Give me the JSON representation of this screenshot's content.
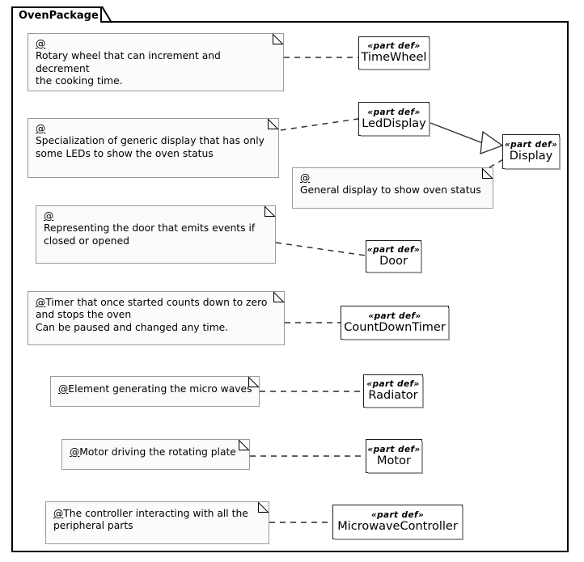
{
  "diagram": {
    "type": "sysml-part-definition-diagram",
    "package": {
      "name": "OvenPackage"
    },
    "colors": {
      "note_fill": "#FBFBFB",
      "note_border": "#9A9A9A",
      "box_fill": "#FFFFFF",
      "box_border": "#1F1F1F",
      "shadow": "#9D9D9D",
      "line": "#2B2B2B",
      "frame": "#000000"
    }
  },
  "notes": [
    {
      "id": "note-timewheel",
      "marker": "@",
      "text": "Rotary wheel that can increment and decrement\nthe cooking time.",
      "marker_inline": false
    },
    {
      "id": "note-leddisplay",
      "marker": "@",
      "text": "Specialization of generic display that has only\nsome LEDs to show the oven status",
      "marker_inline": false
    },
    {
      "id": "note-display",
      "marker": "@",
      "text": "General display to show oven status",
      "marker_inline": false
    },
    {
      "id": "note-door",
      "marker": "@",
      "text": "Representing the door that emits events if\nclosed or opened",
      "marker_inline": false
    },
    {
      "id": "note-countdowntimer",
      "marker": "@",
      "text": "Timer that once started counts down to zero\nand stops the oven\nCan be paused and changed any time.",
      "marker_inline": true
    },
    {
      "id": "note-radiator",
      "marker": "@",
      "text": "Element generating the micro waves",
      "marker_inline": true
    },
    {
      "id": "note-motor",
      "marker": "@",
      "text": "Motor driving the rotating plate",
      "marker_inline": true
    },
    {
      "id": "note-microwavecontroller",
      "marker": "@",
      "text": "The controller interacting with all the\nperipheral parts",
      "marker_inline": true
    }
  ],
  "parts": [
    {
      "id": "part-timewheel",
      "stereotype": "«part def»",
      "name": "TimeWheel"
    },
    {
      "id": "part-leddisplay",
      "stereotype": "«part def»",
      "name": "LedDisplay"
    },
    {
      "id": "part-display",
      "stereotype": "«part def»",
      "name": "Display"
    },
    {
      "id": "part-door",
      "stereotype": "«part def»",
      "name": "Door"
    },
    {
      "id": "part-countdowntimer",
      "stereotype": "«part def»",
      "name": "CountDownTimer"
    },
    {
      "id": "part-radiator",
      "stereotype": "«part def»",
      "name": "Radiator"
    },
    {
      "id": "part-motor",
      "stereotype": "«part def»",
      "name": "Motor"
    },
    {
      "id": "part-microwavecontroller",
      "stereotype": "«part def»",
      "name": "MicrowaveController"
    }
  ],
  "relationships": [
    {
      "kind": "note-anchor",
      "from": "note-timewheel",
      "to": "part-timewheel"
    },
    {
      "kind": "note-anchor",
      "from": "note-leddisplay",
      "to": "part-leddisplay"
    },
    {
      "kind": "note-anchor",
      "from": "note-display",
      "to": "part-display"
    },
    {
      "kind": "note-anchor",
      "from": "note-door",
      "to": "part-door"
    },
    {
      "kind": "note-anchor",
      "from": "note-countdowntimer",
      "to": "part-countdowntimer"
    },
    {
      "kind": "note-anchor",
      "from": "note-radiator",
      "to": "part-radiator"
    },
    {
      "kind": "note-anchor",
      "from": "note-motor",
      "to": "part-motor"
    },
    {
      "kind": "note-anchor",
      "from": "note-microwavecontroller",
      "to": "part-microwavecontroller"
    },
    {
      "kind": "generalization",
      "from": "part-leddisplay",
      "to": "part-display"
    }
  ]
}
